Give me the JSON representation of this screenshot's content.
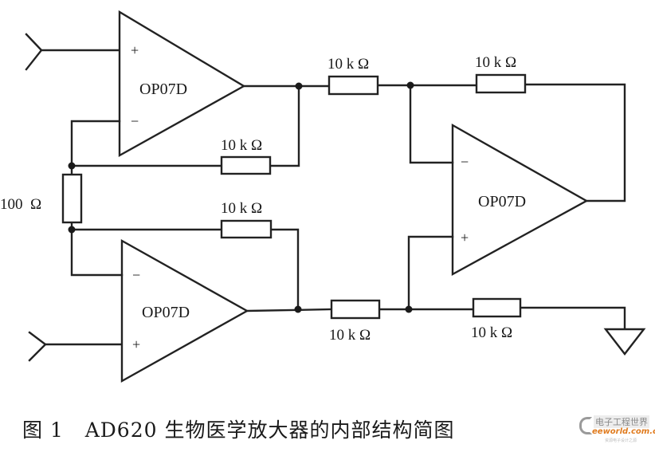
{
  "figure": {
    "caption": "图 1   AD620 生物医学放大器的内部结构简图",
    "caption_label": "图 1",
    "caption_title": "AD620 生物医学放大器的内部结构简图"
  },
  "components": {
    "opamp_top": {
      "label": "OP07D",
      "plus": "+",
      "minus": "−"
    },
    "opamp_bottom": {
      "label": "OP07D",
      "plus": "+",
      "minus": "−"
    },
    "opamp_output": {
      "label": "OP07D",
      "plus": "+",
      "minus": "−"
    },
    "r_gain": {
      "label": "100  Ω",
      "value": "100 Ω"
    },
    "r_fb_top": {
      "label": "10 k Ω",
      "value": "10 kΩ"
    },
    "r_fb_bottom": {
      "label": "10 k Ω",
      "value": "10 kΩ"
    },
    "r_in_top": {
      "label": "10 k Ω",
      "value": "10 kΩ"
    },
    "r_in_bottom": {
      "label": "10 k Ω",
      "value": "10 kΩ"
    },
    "r_fb_out": {
      "label": "10 k Ω",
      "value": "10 kΩ"
    },
    "r_ground": {
      "label": "10 k Ω",
      "value": "10 kΩ"
    }
  },
  "watermark": {
    "line1": "电子工程世界",
    "line2": "eeworld.com.cn",
    "line3": "资源电子设计之源"
  }
}
